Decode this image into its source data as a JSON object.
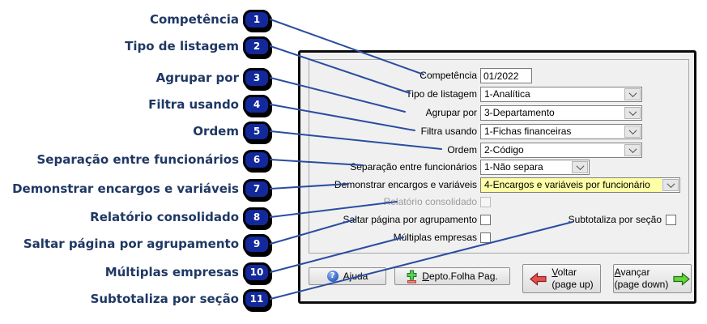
{
  "callouts": [
    {
      "num": "1",
      "label": "Competência"
    },
    {
      "num": "2",
      "label": "Tipo de listagem"
    },
    {
      "num": "3",
      "label": "Agrupar por"
    },
    {
      "num": "4",
      "label": "Filtra usando"
    },
    {
      "num": "5",
      "label": "Ordem"
    },
    {
      "num": "6",
      "label": "Separação entre funcionários"
    },
    {
      "num": "7",
      "label": "Demonstrar encargos e variáveis"
    },
    {
      "num": "8",
      "label": "Relatório consolidado"
    },
    {
      "num": "9",
      "label": "Saltar página por agrupamento"
    },
    {
      "num": "10",
      "label": "Múltiplas empresas"
    },
    {
      "num": "11",
      "label": "Subtotaliza por seção"
    }
  ],
  "form": {
    "competencia": {
      "label": "Competência",
      "value": "01/2022"
    },
    "tipo_listagem": {
      "label": "Tipo de listagem",
      "value": "1-Analítica"
    },
    "agrupar_por": {
      "label": "Agrupar por",
      "value": "3-Departamento"
    },
    "filtra_usando": {
      "label": "Filtra usando",
      "value": "1-Fichas financeiras"
    },
    "ordem": {
      "label": "Ordem",
      "value": "2-Código"
    },
    "separacao": {
      "label": "Separação entre funcionários",
      "value": "1-Não separa"
    },
    "demonstrar": {
      "label": "Demonstrar encargos e variáveis",
      "value": "4-Encargos e variáveis por funcionário"
    },
    "relatorio_consolidado": {
      "label": "Relatório consolidado",
      "checked": "false",
      "disabled": "true"
    },
    "saltar_pagina": {
      "label": "Saltar página por agrupamento",
      "checked": "false"
    },
    "subtotaliza": {
      "label": "Subtotaliza por seção",
      "checked": "false"
    },
    "multiplas_empresas": {
      "label": "Múltiplas empresas",
      "checked": "false"
    }
  },
  "buttons": {
    "ajuda": {
      "pre": "A",
      "key": "j",
      "post": "uda"
    },
    "depto": {
      "pre": "",
      "key": "D",
      "post": "epto.Folha Pag."
    },
    "voltar": {
      "pre": "",
      "key": "V",
      "post": "oltar",
      "sub": "(page up)"
    },
    "avancar": {
      "pre": "",
      "key": "A",
      "post": "vançar",
      "sub": "(page down)"
    }
  },
  "icons": {
    "help": "question-mark-circle",
    "depto": "green-plus-red-bar",
    "voltar": "red-arrow-left",
    "avancar": "green-arrow-right"
  },
  "colors": {
    "callout_text": "#1f3864",
    "badge_fill": "#12289b",
    "connector_line": "#2b4da0",
    "highlight_yellow": "#ffffa6",
    "dialog_bg": "#f0f0f0"
  }
}
